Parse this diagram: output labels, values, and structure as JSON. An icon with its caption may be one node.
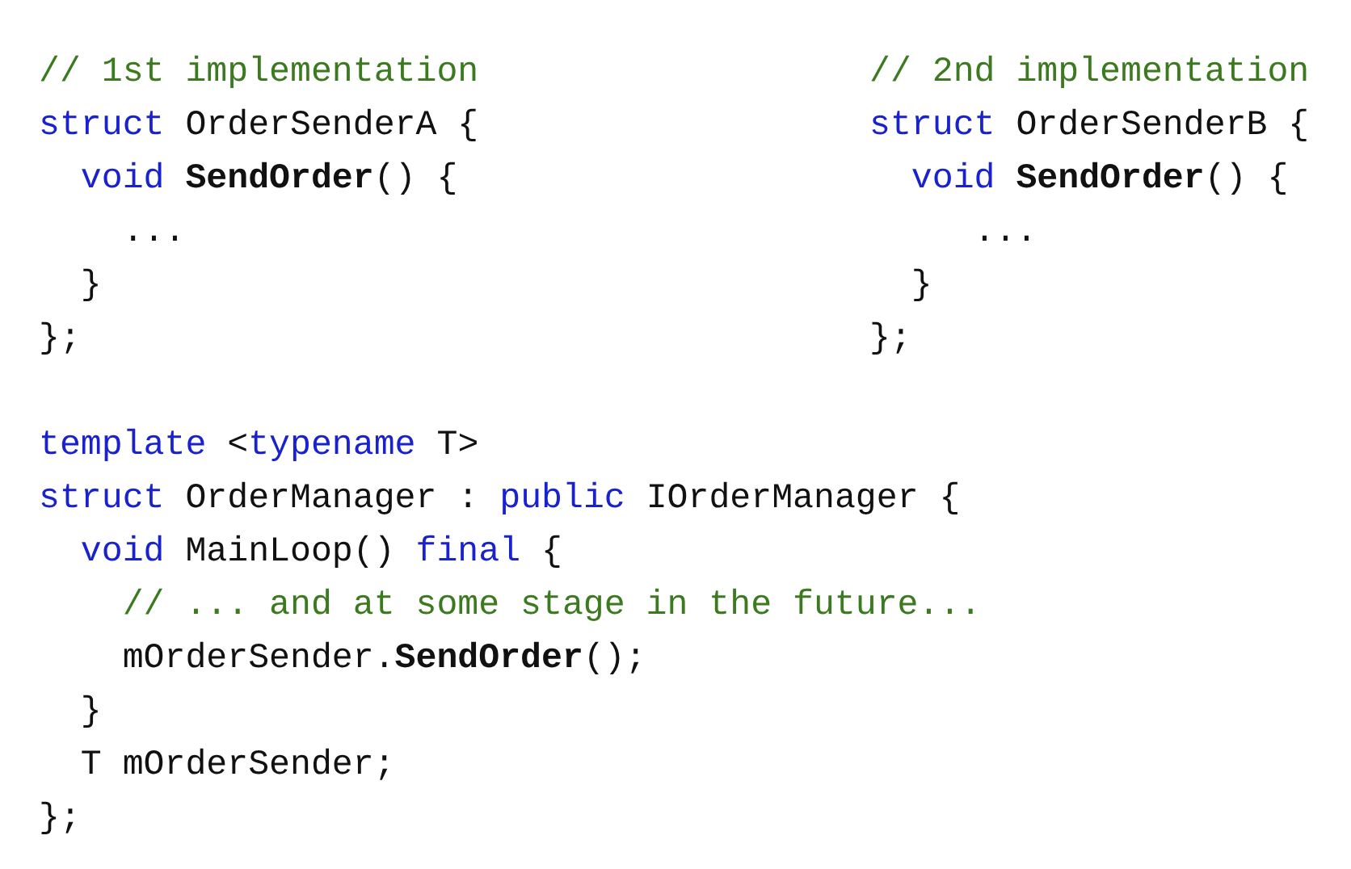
{
  "diagram": {
    "labels": [
      "// 1st implementation",
      "// 2nd implementation",
      "struct",
      "OrderSenderA {",
      "struct",
      "OrderSenderB {",
      "void",
      "**SendOrder**() {",
      "void",
      "**SendOrder**() {",
      "...",
      "...",
      "}",
      "}",
      "};",
      "};",
      "template",
      "<",
      "typename",
      "T>",
      "struct",
      "OrderManager :",
      "public",
      "IOrderManager {",
      "void",
      "MainLoop()",
      "final",
      "{",
      "// ... and at some stage in the future...",
      "mOrderSender.**SendOrder**();",
      "}",
      "T mOrderSender;",
      "};"
    ]
  }
}
